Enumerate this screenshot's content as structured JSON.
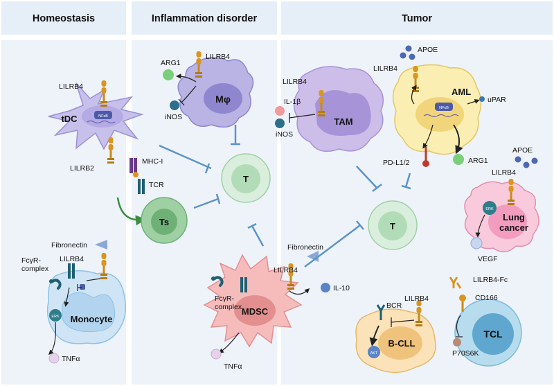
{
  "panels": {
    "homeostasis": "Homeostasis",
    "inflammation": "Inflammation disorder",
    "tumor": "Tumor"
  },
  "labels": {
    "lilrb4_tdc": "LILRB4",
    "tdc": "tDC",
    "nfkb_tdc": "NFκB",
    "lilrb2": "LILRB2",
    "mhc_i": "MHC-I",
    "tcr": "TCR",
    "ts": "Ts",
    "fibronectin_left": "Fibronectin",
    "fcgr_left": "FcγR-\ncomplex",
    "lilrb4_mono": "LILRB4",
    "erk_mono": "ERK",
    "monocyte": "Monocyte",
    "tnfa_left": "TNFα",
    "arg1_left": "ARG1",
    "lilrb4_mphi": "LILRB4",
    "mphi": "Mφ",
    "inos_left": "iNOS",
    "t_center": "T",
    "fibronectin_mid": "Fibronectin",
    "lilrb4_mdsc": "LILRB4",
    "fcgr_mid": "FcγR-\ncomplex",
    "mdsc": "MDSC",
    "il10": "IL-10",
    "tnfa_mid": "TNFα",
    "lilrb4_tam": "LILRB4",
    "il1b": "IL-1β",
    "inos_tam": "iNOS",
    "tam": "TAM",
    "apoe_top": "APOE",
    "lilrb4_aml": "LILRB4",
    "aml": "AML",
    "nfkb_aml": "NFκB",
    "upar": "uPAR",
    "pdl12": "PD-L1/2",
    "arg1_aml": "ARG1",
    "t_tumor": "T",
    "apoe_lung": "APOE",
    "lilrb4_lung": "LILRB4",
    "erk_lung": "ERK",
    "lung_cancer": "Lung\ncancer",
    "vegf": "VEGF",
    "lilrb4_fc": "LILRB4-Fc",
    "cd166": "CD166",
    "tcl": "TCL",
    "p70s6k": "P70S6K",
    "bcr": "BCR",
    "lilrb4_bcll": "LILRB4",
    "akt": "AKT",
    "bcll": "B-CLL"
  },
  "colors": {
    "panel_header": "#e6eef8",
    "panel_body": "#eef3fa",
    "inhibit_line": "#5b93c9",
    "arrow_green": "#3a8f3e",
    "receptor": "#d9951f",
    "tdc_cell": "#c7c0ea",
    "mphi_cell": "#b9b4e4",
    "t_cell": "#d9eedc",
    "ts_cell": "#9fd0a4",
    "monocyte_cell": "#cfe4f4",
    "mdsc_cell": "#f6bcbc",
    "tam_cell": "#cdbde9",
    "aml_cell": "#fbeeb2",
    "lung_cell": "#f8cadb",
    "tcl_cell": "#b7dcee",
    "bcll_cell": "#fbe2b8"
  }
}
